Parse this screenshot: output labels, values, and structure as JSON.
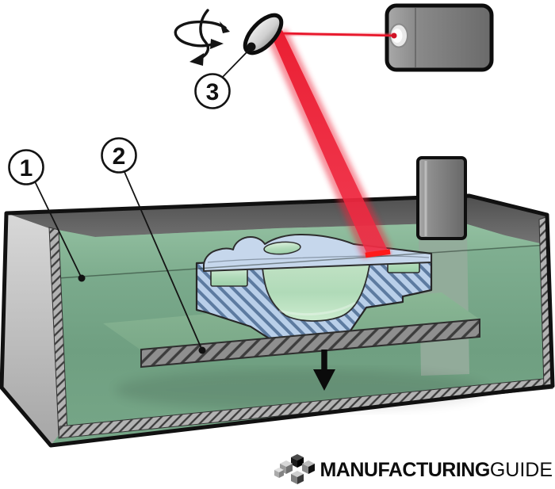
{
  "callouts": [
    {
      "number": "1"
    },
    {
      "number": "2"
    },
    {
      "number": "3"
    }
  ],
  "logo": {
    "bold": "MANUFACTURING",
    "light": "GUIDE"
  },
  "icons": {
    "rotation": "rotation-arrows-icon",
    "movement": "down-arrow-icon",
    "brand": "cubes-logo-icon"
  },
  "colors": {
    "outline": "#111111",
    "resin_top": "#85b394",
    "resin_front": "#76a687",
    "part_blue": "#b9cfe9",
    "part_hatch": "#5d7ba0",
    "cavity_green": "#c2e4c8",
    "laser_red": "#e91d33",
    "cured_red": "#ff1a1a",
    "metal_mid": "#7d7d7d",
    "rim_dark": "#5d5d5d",
    "wall_light": "#c7c7c7",
    "hatch_base": "#b3b3b3",
    "hatch_dark": "#3d3d3d",
    "platform_gray": "#8f8f8f"
  }
}
